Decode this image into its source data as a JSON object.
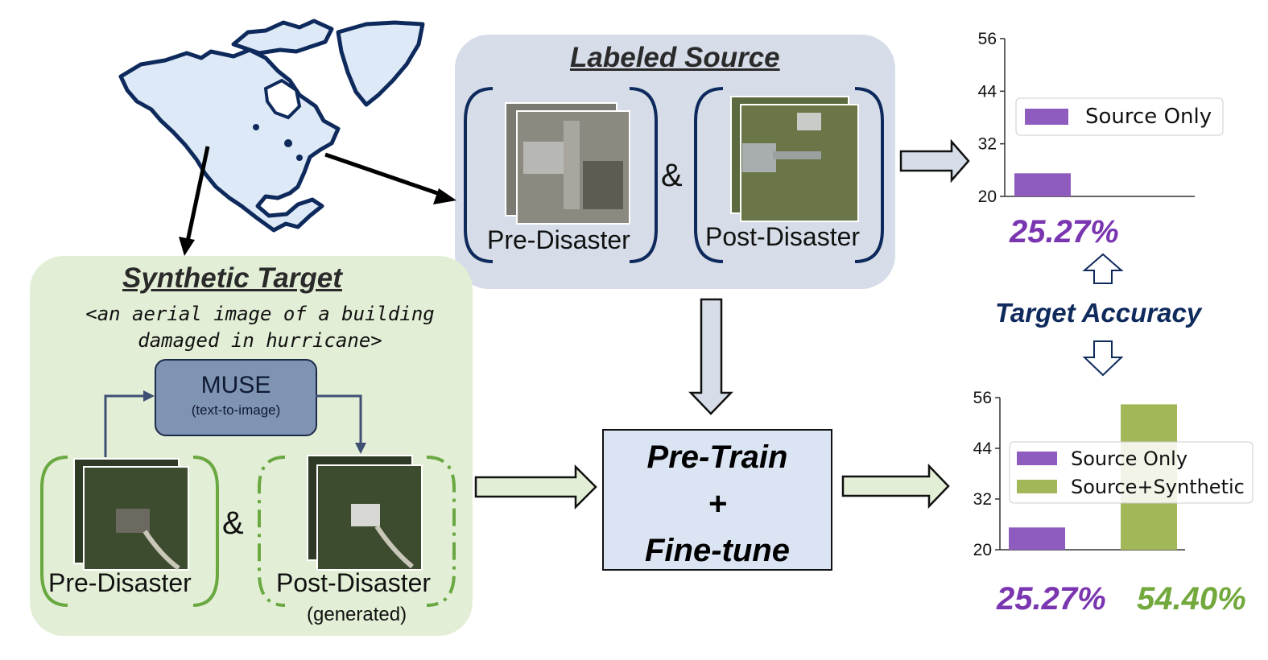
{
  "labeled_source": {
    "title": "Labeled Source",
    "pre_label": "Pre-Disaster",
    "post_label": "Post-Disaster",
    "amp": "&"
  },
  "synthetic_target": {
    "title": "Synthetic Target",
    "prompt": "<an aerial image of a building\ndamaged in hurricane>",
    "muse_title": "MUSE",
    "muse_subtitle": "(text-to-image)",
    "pre_label": "Pre-Disaster",
    "post_label": "Post-Disaster",
    "post_note": "(generated)",
    "amp": "&"
  },
  "training": {
    "line1": "Pre-Train",
    "line2": "+",
    "line3": "Fine-tune"
  },
  "target_accuracy_label": "Target Accuracy",
  "colors": {
    "source_only": "#8e5bbf",
    "source_synthetic": "#a2b758",
    "accuracy_purple": "#7a35b0",
    "accuracy_green": "#72a83c",
    "map_fill": "#dde9f6",
    "map_stroke": "#0e2a5c"
  },
  "chart_data": [
    {
      "type": "bar",
      "yticks": [
        "20",
        "32",
        "44",
        "56"
      ],
      "ylim": [
        20,
        56
      ],
      "series": [
        {
          "name": "Source Only",
          "values": [
            25.27
          ]
        }
      ],
      "legend": "top-right",
      "annotation": "25.27%"
    },
    {
      "type": "bar",
      "yticks": [
        "20",
        "32",
        "44",
        "56"
      ],
      "ylim": [
        20,
        56
      ],
      "series": [
        {
          "name": "Source Only",
          "values": [
            25.27
          ]
        },
        {
          "name": "Source+Synthetic",
          "values": [
            54.4
          ]
        }
      ],
      "legend": "top-right",
      "annotations": [
        "25.27%",
        "54.40%"
      ]
    }
  ]
}
